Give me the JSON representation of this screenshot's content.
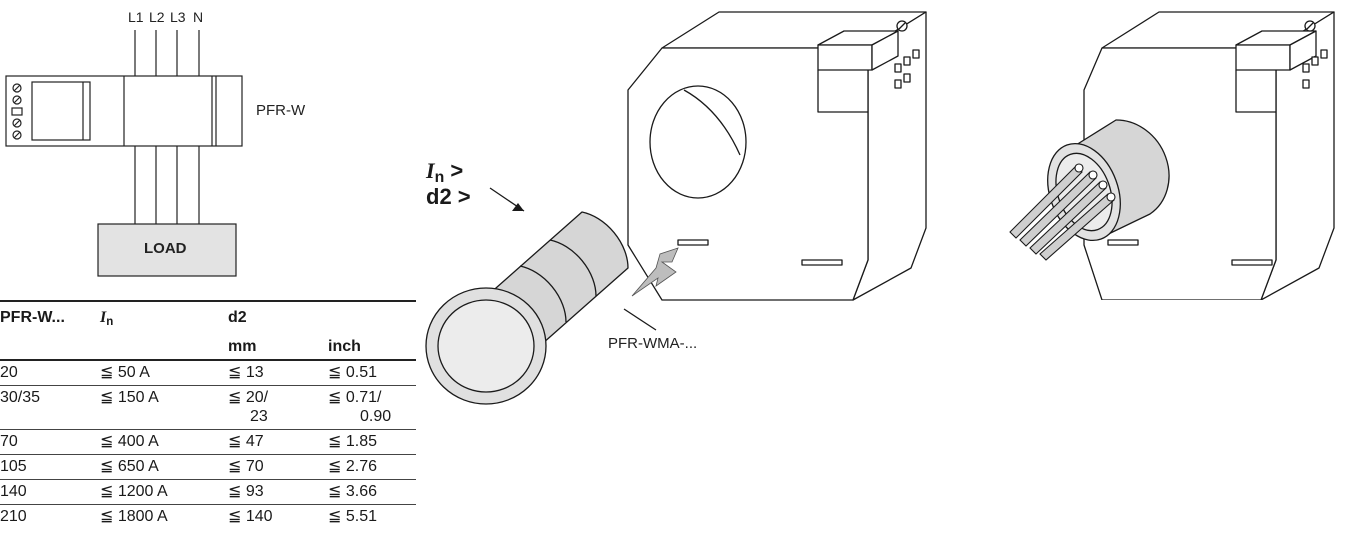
{
  "schematic": {
    "phases": [
      "L1",
      "L2",
      "L3",
      "N"
    ],
    "device_label": "PFR-W",
    "load_label": "LOAD"
  },
  "table": {
    "col1_header": "PFR-W...",
    "col2_header_symbol": "I",
    "col2_header_sub": "n",
    "col3_header": "d2",
    "unit_mm": "mm",
    "unit_inch": "inch",
    "rows": [
      {
        "model": "20",
        "current": "≦ 50 A",
        "mm": "≦ 13",
        "inch": "≦  0.51"
      },
      {
        "model": "30/35",
        "current": "≦ 150 A",
        "mm": "≦ 20/",
        "mm2": "23",
        "inch": "≦  0.71/",
        "inch2": "0.90"
      },
      {
        "model": "70",
        "current": "≦ 400 A",
        "mm": "≦ 47",
        "inch": "≦  1.85"
      },
      {
        "model": "105",
        "current": "≦ 650 A",
        "mm": "≦ 70",
        "inch": "≦  2.76"
      },
      {
        "model": "140",
        "current": "≦ 1200 A",
        "mm": "≦ 93",
        "inch": "≦  3.66"
      },
      {
        "model": "210",
        "current": "≦ 1800 A",
        "mm": "≦ 140",
        "inch": "≦  5.51"
      }
    ]
  },
  "annotation": {
    "in_symbol": "I",
    "in_sub": "n",
    "in_suffix": " >",
    "d2_text": "d2 >",
    "adapter_label": "PFR-WMA-..."
  }
}
